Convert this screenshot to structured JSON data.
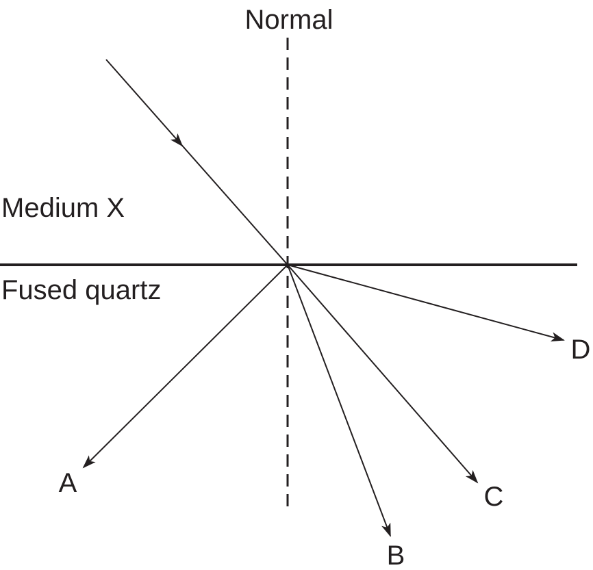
{
  "labels": {
    "normal": "Normal",
    "medium_top": "Medium X",
    "medium_bottom": "Fused quartz",
    "ray_a": "A",
    "ray_b": "B",
    "ray_c": "C",
    "ray_d": "D"
  },
  "colors": {
    "ink": "#231f20",
    "background": "#ffffff"
  }
}
